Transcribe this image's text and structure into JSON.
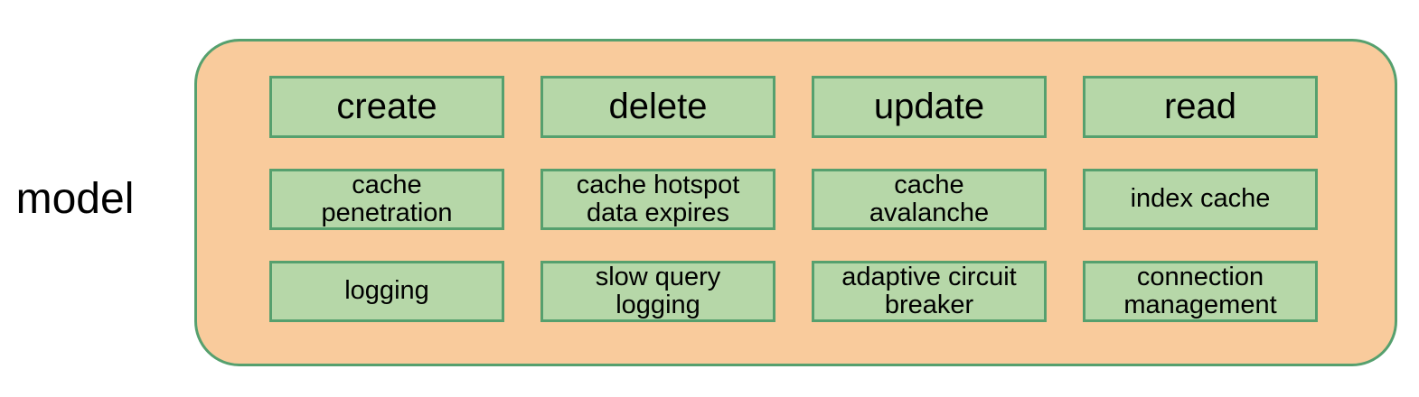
{
  "diagram": {
    "label": "model",
    "colors": {
      "container_fill": "#F9CB9C",
      "container_border": "#56A06E",
      "box_fill": "#B6D7A8",
      "box_border": "#56A06E",
      "text": "#000000"
    },
    "grid": {
      "row1": [
        "create",
        "delete",
        "update",
        "read"
      ],
      "row2": [
        "cache\npenetration",
        "cache hotspot\ndata expires",
        "cache\navalanche",
        "index cache"
      ],
      "row3": [
        "logging",
        "slow query\nlogging",
        "adaptive circuit\nbreaker",
        "connection\nmanagement"
      ]
    }
  }
}
